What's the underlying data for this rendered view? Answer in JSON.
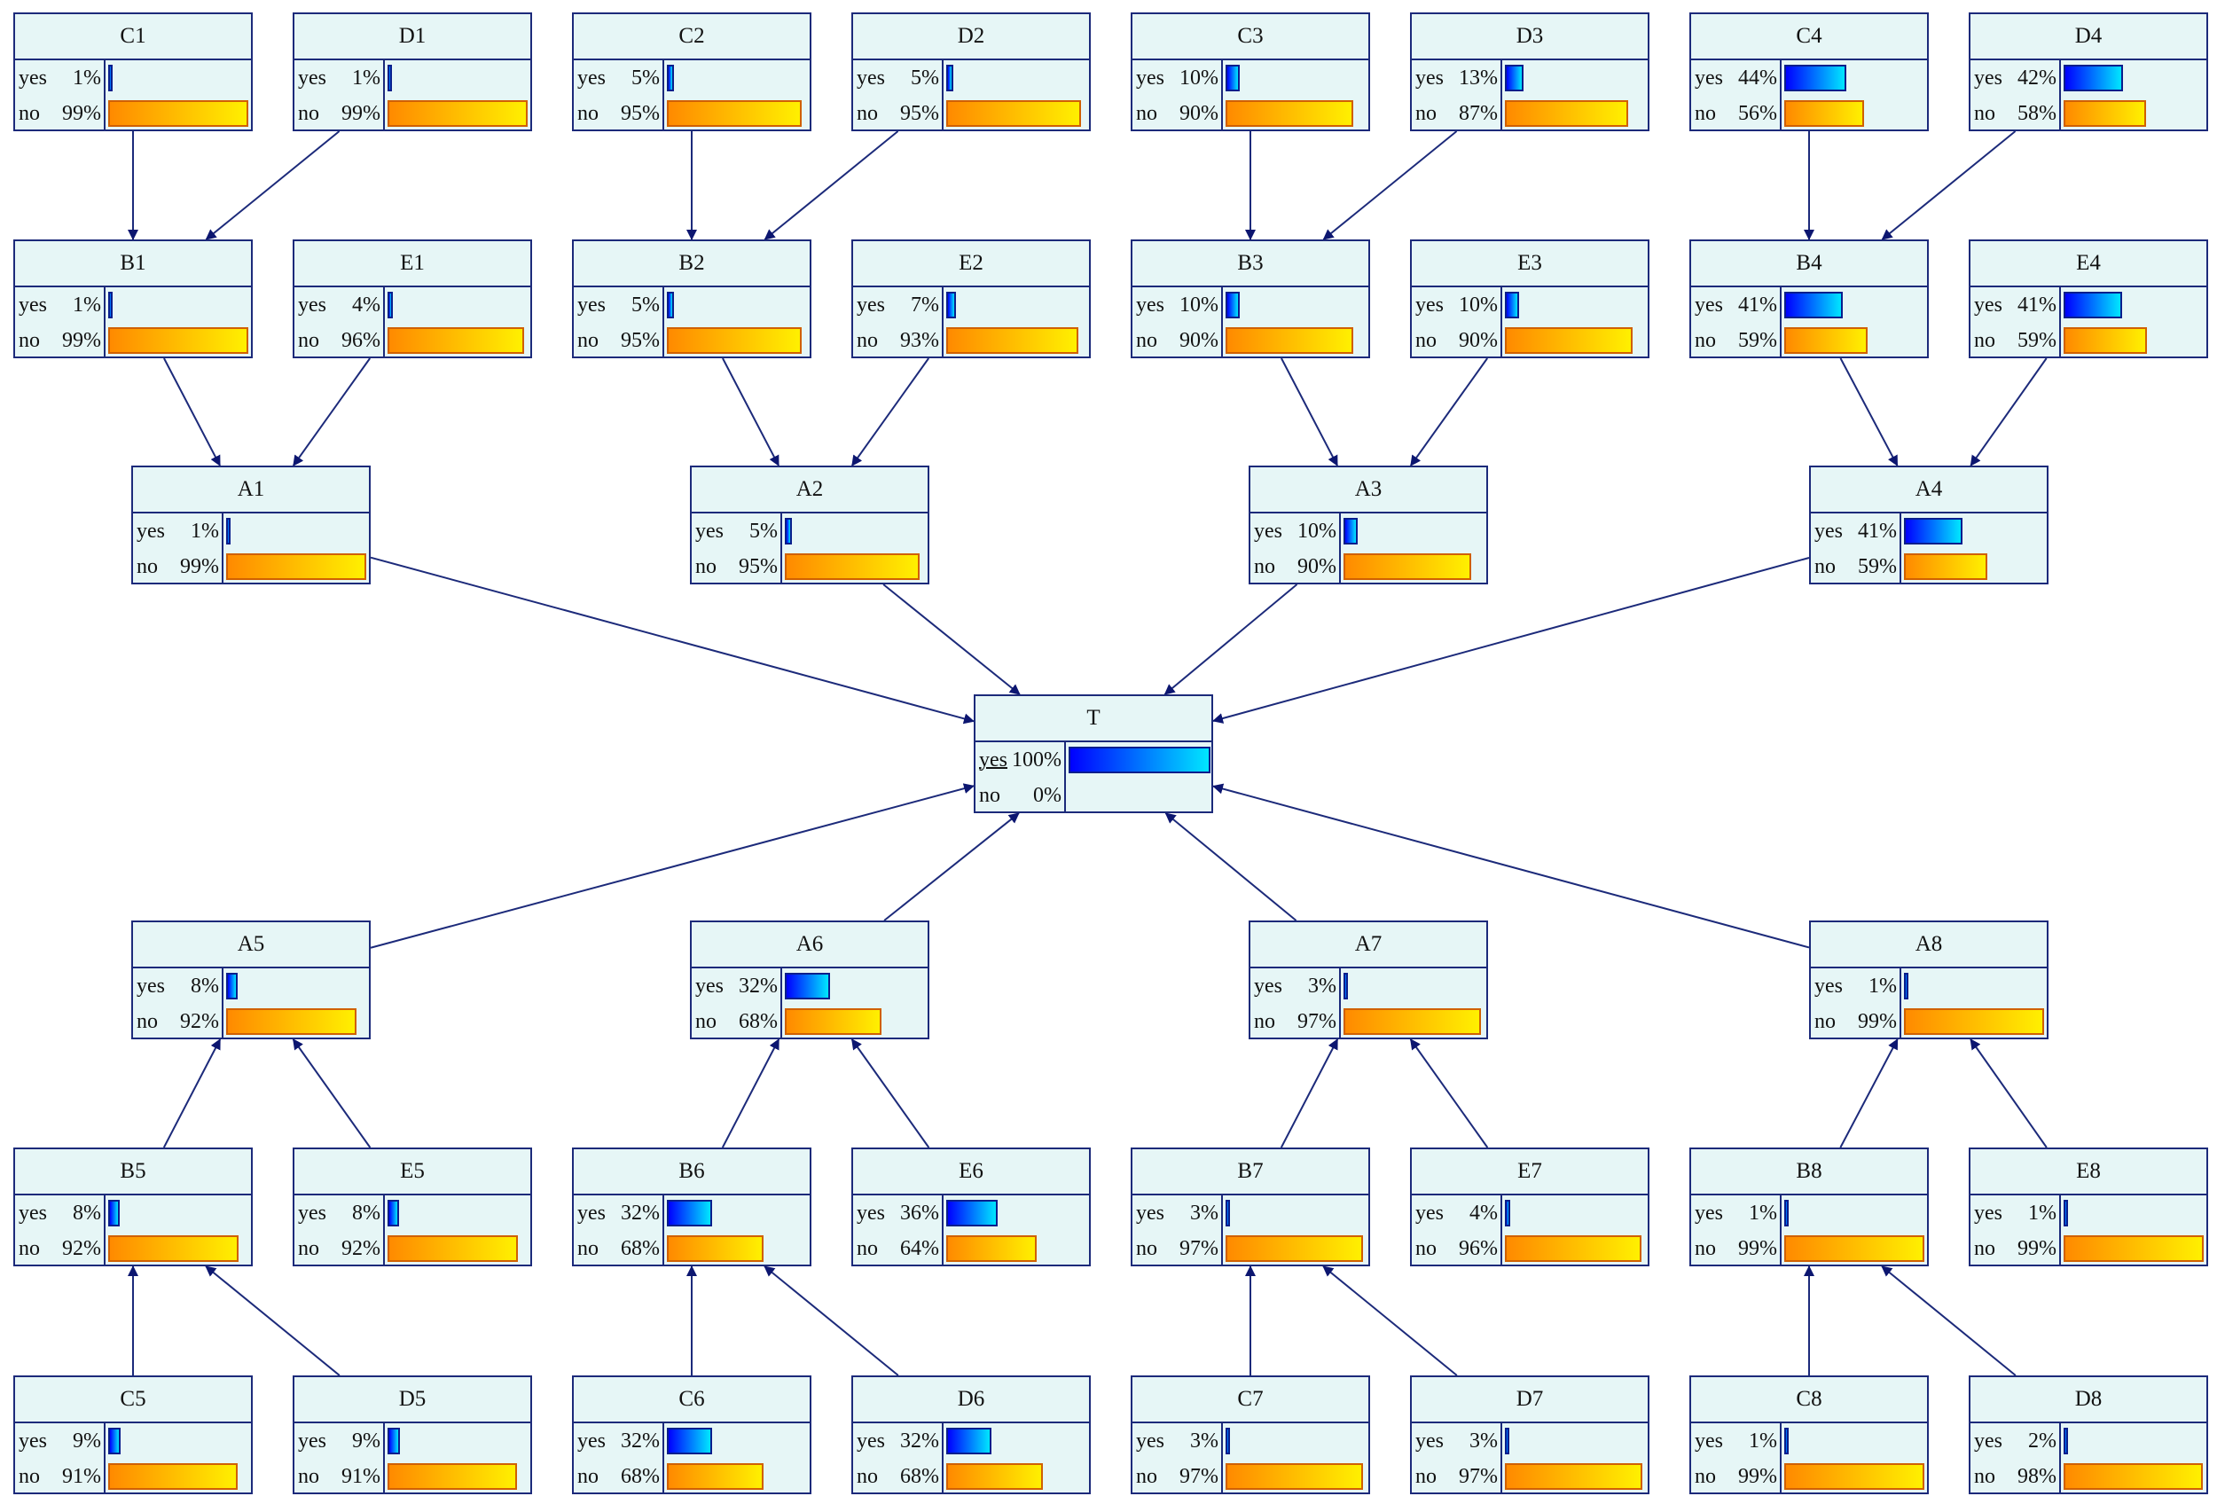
{
  "diagram": {
    "state_labels": [
      "yes",
      "no"
    ],
    "colors": {
      "yes_bar_start": "#0000ff",
      "yes_bar_end": "#00e6ff",
      "no_bar_start": "#ff8a00",
      "no_bar_end": "#fff000",
      "edge": "#1c2a7a",
      "node_bg": "#e6f6f6"
    },
    "nodes": [
      {
        "id": "C1",
        "yes": 1,
        "no": 99
      },
      {
        "id": "D1",
        "yes": 1,
        "no": 99
      },
      {
        "id": "C2",
        "yes": 5,
        "no": 95
      },
      {
        "id": "D2",
        "yes": 5,
        "no": 95
      },
      {
        "id": "C3",
        "yes": 10,
        "no": 90
      },
      {
        "id": "D3",
        "yes": 13,
        "no": 87
      },
      {
        "id": "C4",
        "yes": 44,
        "no": 56
      },
      {
        "id": "D4",
        "yes": 42,
        "no": 58
      },
      {
        "id": "B1",
        "yes": 1,
        "no": 99
      },
      {
        "id": "E1",
        "yes": 4,
        "no": 96
      },
      {
        "id": "B2",
        "yes": 5,
        "no": 95
      },
      {
        "id": "E2",
        "yes": 7,
        "no": 93
      },
      {
        "id": "B3",
        "yes": 10,
        "no": 90
      },
      {
        "id": "E3",
        "yes": 10,
        "no": 90
      },
      {
        "id": "B4",
        "yes": 41,
        "no": 59
      },
      {
        "id": "E4",
        "yes": 41,
        "no": 59
      },
      {
        "id": "A1",
        "yes": 1,
        "no": 99
      },
      {
        "id": "A2",
        "yes": 5,
        "no": 95
      },
      {
        "id": "A3",
        "yes": 10,
        "no": 90
      },
      {
        "id": "A4",
        "yes": 41,
        "no": 59
      },
      {
        "id": "T",
        "yes": 100,
        "no": 0,
        "evidence": "yes"
      },
      {
        "id": "A5",
        "yes": 8,
        "no": 92
      },
      {
        "id": "A6",
        "yes": 32,
        "no": 68
      },
      {
        "id": "A7",
        "yes": 3,
        "no": 97
      },
      {
        "id": "A8",
        "yes": 1,
        "no": 99
      },
      {
        "id": "B5",
        "yes": 8,
        "no": 92
      },
      {
        "id": "E5",
        "yes": 8,
        "no": 92
      },
      {
        "id": "B6",
        "yes": 32,
        "no": 68
      },
      {
        "id": "E6",
        "yes": 36,
        "no": 64
      },
      {
        "id": "B7",
        "yes": 3,
        "no": 97
      },
      {
        "id": "E7",
        "yes": 4,
        "no": 96
      },
      {
        "id": "B8",
        "yes": 1,
        "no": 99
      },
      {
        "id": "E8",
        "yes": 1,
        "no": 99
      },
      {
        "id": "C5",
        "yes": 9,
        "no": 91
      },
      {
        "id": "D5",
        "yes": 9,
        "no": 91
      },
      {
        "id": "C6",
        "yes": 32,
        "no": 68
      },
      {
        "id": "D6",
        "yes": 32,
        "no": 68
      },
      {
        "id": "C7",
        "yes": 3,
        "no": 97
      },
      {
        "id": "D7",
        "yes": 3,
        "no": 97
      },
      {
        "id": "C8",
        "yes": 1,
        "no": 99
      },
      {
        "id": "D8",
        "yes": 2,
        "no": 98
      }
    ],
    "edges": [
      [
        "C1",
        "B1"
      ],
      [
        "D1",
        "B1"
      ],
      [
        "C2",
        "B2"
      ],
      [
        "D2",
        "B2"
      ],
      [
        "C3",
        "B3"
      ],
      [
        "D3",
        "B3"
      ],
      [
        "C4",
        "B4"
      ],
      [
        "D4",
        "B4"
      ],
      [
        "B1",
        "A1"
      ],
      [
        "E1",
        "A1"
      ],
      [
        "B2",
        "A2"
      ],
      [
        "E2",
        "A2"
      ],
      [
        "B3",
        "A3"
      ],
      [
        "E3",
        "A3"
      ],
      [
        "B4",
        "A4"
      ],
      [
        "E4",
        "A4"
      ],
      [
        "A1",
        "T"
      ],
      [
        "A2",
        "T"
      ],
      [
        "A3",
        "T"
      ],
      [
        "A4",
        "T"
      ],
      [
        "A5",
        "T"
      ],
      [
        "A6",
        "T"
      ],
      [
        "A7",
        "T"
      ],
      [
        "A8",
        "T"
      ],
      [
        "B5",
        "A5"
      ],
      [
        "E5",
        "A5"
      ],
      [
        "B6",
        "A6"
      ],
      [
        "E6",
        "A6"
      ],
      [
        "B7",
        "A7"
      ],
      [
        "E7",
        "A7"
      ],
      [
        "B8",
        "A8"
      ],
      [
        "E8",
        "A8"
      ],
      [
        "C5",
        "B5"
      ],
      [
        "D5",
        "B5"
      ],
      [
        "C6",
        "B6"
      ],
      [
        "D6",
        "B6"
      ],
      [
        "C7",
        "B7"
      ],
      [
        "D7",
        "B7"
      ],
      [
        "C8",
        "B8"
      ],
      [
        "D8",
        "B8"
      ]
    ]
  }
}
